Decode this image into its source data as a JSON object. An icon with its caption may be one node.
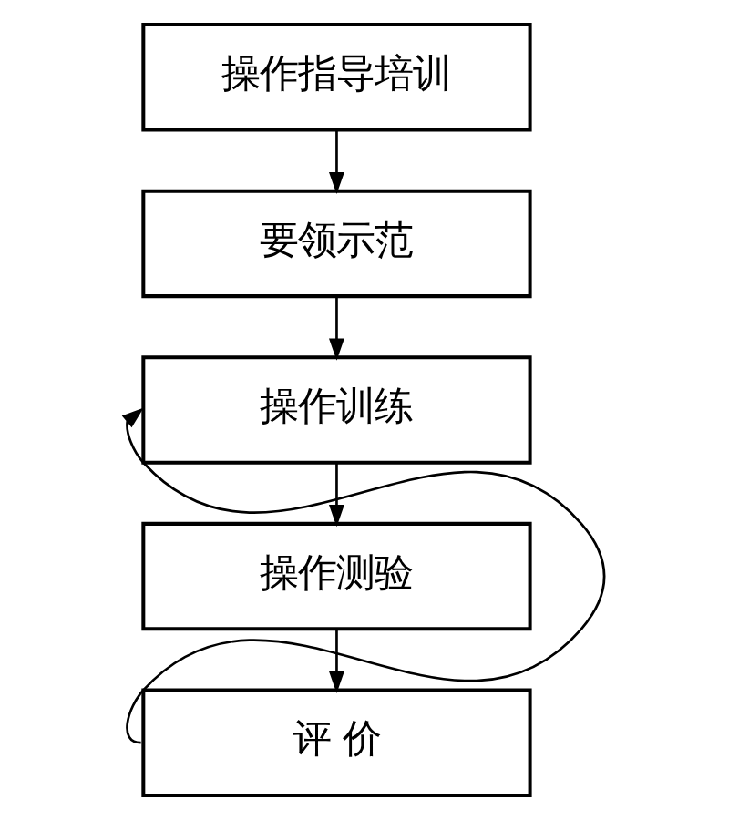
{
  "diagram": {
    "nodes": [
      {
        "text": [
          "操作指导培训"
        ]
      },
      {
        "text": [
          "要领示范"
        ]
      },
      {
        "text": [
          "操作训练"
        ]
      },
      {
        "text": [
          "操作测验"
        ]
      },
      {
        "text": [
          "评 价"
        ]
      }
    ],
    "edges": [
      {
        "from": 0,
        "to": 1,
        "arrow": "to"
      },
      {
        "from": 1,
        "to": 2,
        "arrow": "to"
      },
      {
        "from": 2,
        "to": 3,
        "arrow": "to"
      },
      {
        "from": 3,
        "to": 4,
        "arrow": "to"
      },
      {
        "from": 4,
        "to": 2,
        "arrow": "to"
      }
    ]
  }
}
